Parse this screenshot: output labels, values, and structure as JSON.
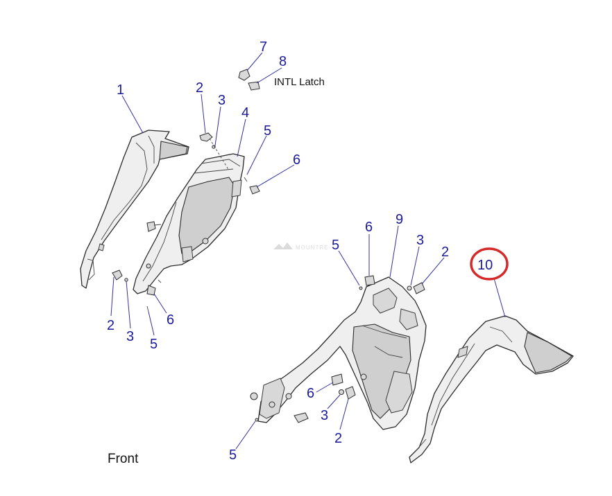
{
  "diagram": {
    "labels": {
      "intl_latch": "INTL Latch",
      "front": "Front",
      "watermark": "MOUNTRE"
    },
    "callouts": [
      {
        "id": "c1",
        "text": "1"
      },
      {
        "id": "c2a",
        "text": "2"
      },
      {
        "id": "c3a",
        "text": "3"
      },
      {
        "id": "c4",
        "text": "4"
      },
      {
        "id": "c5a",
        "text": "5"
      },
      {
        "id": "c6a",
        "text": "6"
      },
      {
        "id": "c7",
        "text": "7"
      },
      {
        "id": "c8",
        "text": "8"
      },
      {
        "id": "c2b",
        "text": "2"
      },
      {
        "id": "c3b",
        "text": "3"
      },
      {
        "id": "c5b",
        "text": "5"
      },
      {
        "id": "c6b",
        "text": "6"
      },
      {
        "id": "c5c",
        "text": "5"
      },
      {
        "id": "c6c",
        "text": "6"
      },
      {
        "id": "c9",
        "text": "9"
      },
      {
        "id": "c3c",
        "text": "3"
      },
      {
        "id": "c2c",
        "text": "2"
      },
      {
        "id": "c10",
        "text": "10"
      },
      {
        "id": "c6d",
        "text": "6"
      },
      {
        "id": "c3d",
        "text": "3"
      },
      {
        "id": "c2d",
        "text": "2"
      },
      {
        "id": "c5d",
        "text": "5"
      }
    ],
    "highlight_color": "#d42a2a",
    "callout_color": "#1a1a9a"
  }
}
